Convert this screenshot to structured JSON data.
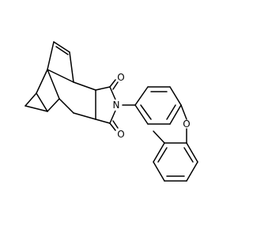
{
  "molecule": {
    "atom_labels": {
      "nitrogen": "N",
      "oxygen_top": "O",
      "oxygen_bottom": "O",
      "oxygen_ether": "O"
    },
    "colors": {
      "bond": "#000000",
      "label": "#000000",
      "background": "#ffffff"
    }
  }
}
